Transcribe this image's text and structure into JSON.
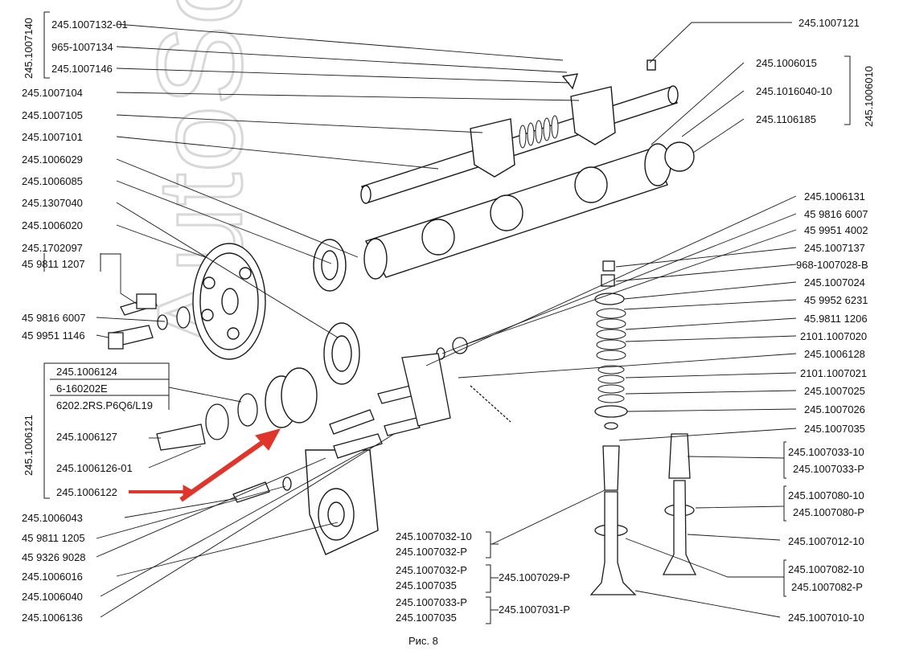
{
  "figure": {
    "caption": "Рис. 8",
    "watermark": "AutoSoft"
  },
  "colors": {
    "line": "#1a1a1a",
    "arrow": "#e0352b",
    "watermark": "#cfcfcf"
  },
  "labels": {
    "l01": "245.1007132-01",
    "l02": "965-1007134",
    "l03": "245.1007146",
    "l04": "245.1007104",
    "l05": "245.1007105",
    "l06": "245.1007101",
    "l07": "245.1006029",
    "l08": "245.1006085",
    "l09": "245.1307040",
    "l10": "245.1006020",
    "l11": "245.1702097",
    "l12": "45 9811 1207",
    "l13": "45 9816 6007",
    "l14": "45 9951 1146",
    "l15": "245.1006124",
    "l16": "6-160202Е",
    "l17": "6202.2RS.P6Q6/L19",
    "l18": "245.1006127",
    "l19": "245.1006126-01",
    "l20": "245.1006122",
    "l21": "245.1006043",
    "l22": "45 9811 1205",
    "l23": "45 9326 9028",
    "l24": "245.1006016",
    "l25": "245.1006040",
    "l26": "245.1006136",
    "r01": "245.1007121",
    "r02": "245.1006015",
    "r03": "245.1016040-10",
    "r04": "245.1106185",
    "r05": "245.1006131",
    "r06": "45 9816 6007",
    "r07": "45 9951 4002",
    "r08": "245.1007137",
    "r09": "968-1007028-В",
    "r10": "245.1007024",
    "r11": "45 9952 6231",
    "r12": "45.9811 1206",
    "r13": "2101.1007020",
    "r14": "245.1006128",
    "r15": "2101.1007021",
    "r16": "245.1007025",
    "r17": "245.1007026",
    "r18": "245.1007035",
    "r19": "245.1007033-10",
    "r20": "245.1007033-Р",
    "r21": "245.1007080-10",
    "r22": "245.1007080-Р",
    "r23": "245.1007012-10",
    "r24": "245.1007082-10",
    "r25": "245.1007082-Р",
    "r26": "245.1007010-10",
    "b01": "245.1007032-10",
    "b02": "245.1007032-Р",
    "b03": "245.1007032-Р",
    "b04": "245.1007035",
    "b05": "245.1007033-Р",
    "b06": "245.1007035",
    "b07": "245.1007029-Р",
    "b08": "245.1007031-Р"
  },
  "group_labels": {
    "g1": "245.1007140",
    "g2": "245.1006121",
    "g3": "245.1006010"
  }
}
